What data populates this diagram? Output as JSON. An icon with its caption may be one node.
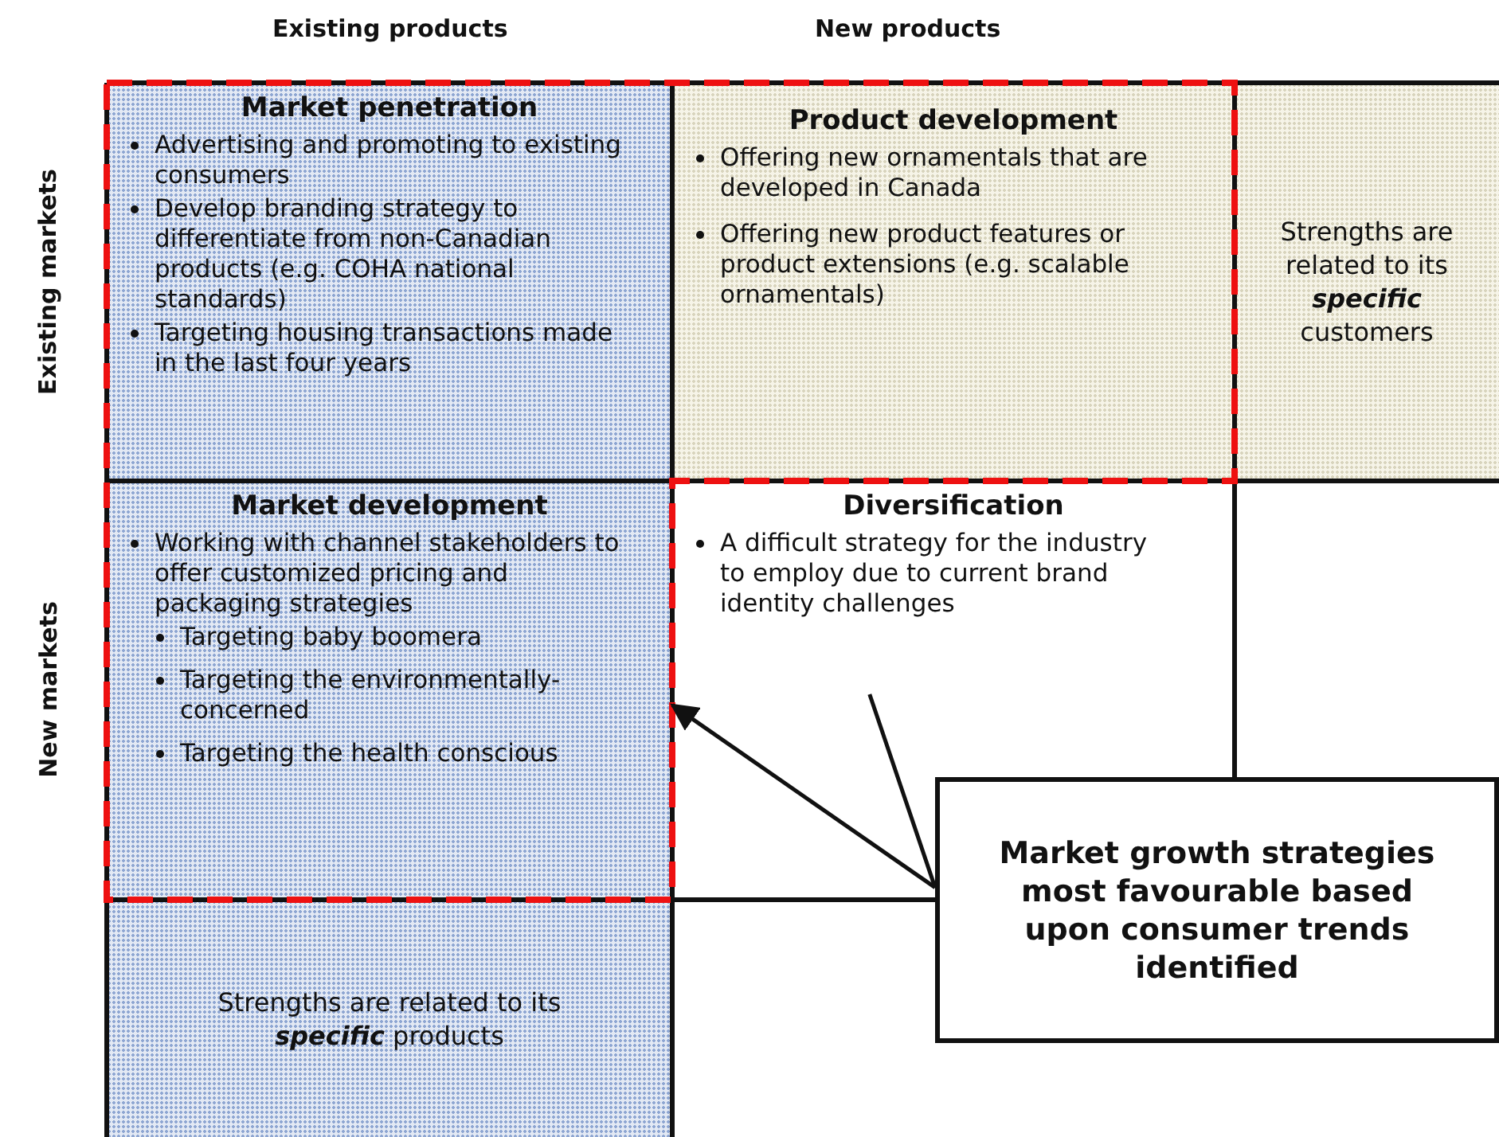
{
  "diagram": {
    "nodes": [
      {
        "text": [
          "Market penetration",
          "Advertising and promoting to existing consumers",
          "Develop branding strategy to differentiate from non-Canadian products (e.g. COHA national standards)",
          "Targeting housing transactions made in the last four years"
        ]
      },
      {
        "text": [
          "Product development",
          "Offering new ornamentals that are developed in Canada",
          "Offering new product features or product extensions (e.g. scalable ornamentals)"
        ]
      },
      {
        "text": [
          "Strengths are related to its **specific** customers"
        ]
      },
      {
        "text": [
          "Market development",
          "Working with channel stakeholders to offer customized pricing and packaging strategies",
          "Targeting baby boomera",
          "Targeting the environmentally-concerned",
          "Targeting the health conscious"
        ]
      },
      {
        "text": [
          "Diversification",
          "A difficult strategy for the industry to employ due to current brand identity challenges"
        ]
      },
      {
        "text": [
          "Strengths are related to its **specific** products"
        ]
      },
      {
        "text": [
          "Market growth strategies most favourable based upon consumer trends identified"
        ]
      }
    ],
    "edges": [
      {
        "from": 6,
        "to": 3,
        "arrow": "to"
      },
      {
        "from": 6,
        "to": 4,
        "arrow": "none"
      }
    ],
    "labels": [
      "Existing products",
      "New products",
      "Existing markets",
      "New markets"
    ]
  }
}
